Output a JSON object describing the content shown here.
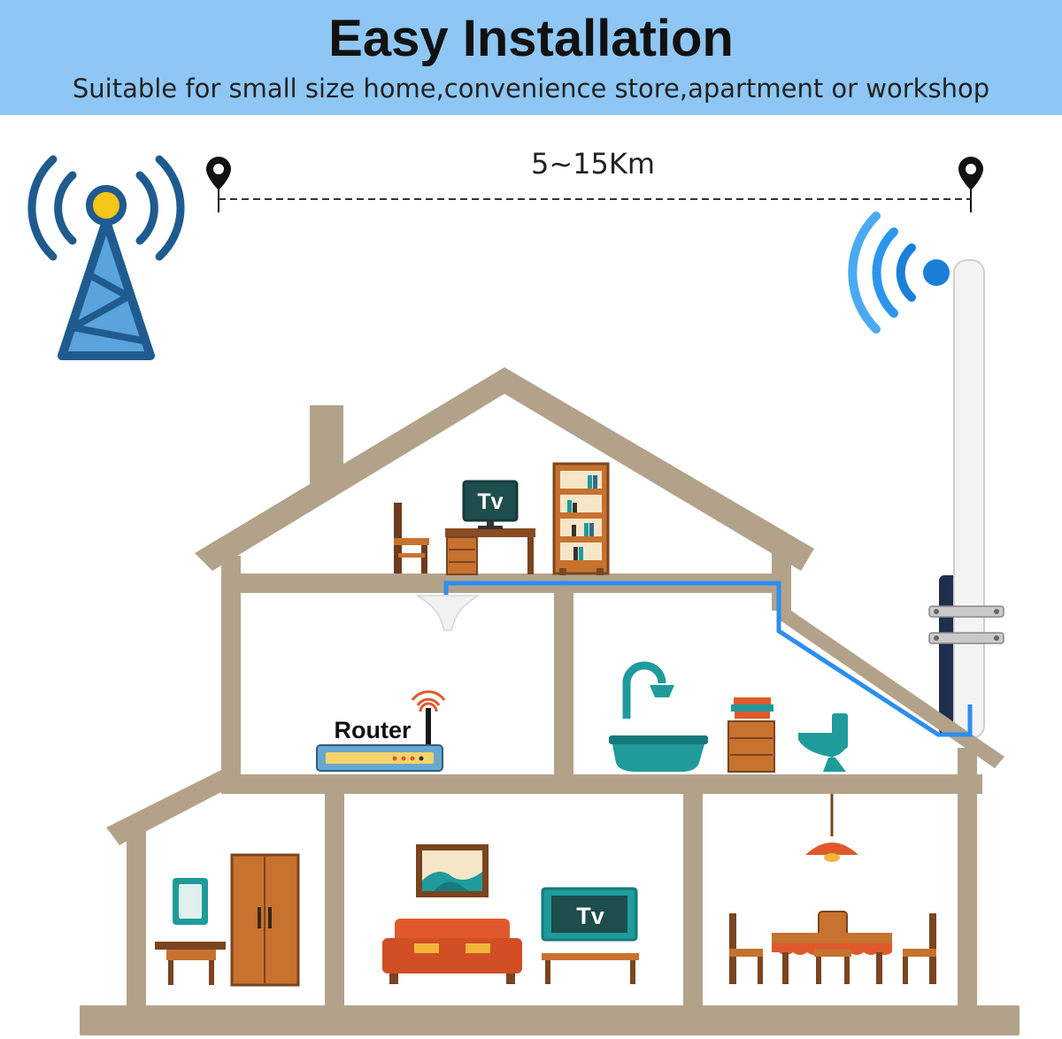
{
  "header": {
    "title": "Easy Installation",
    "subtitle": "Suitable for small size home,convenience store,apartment or workshop"
  },
  "diagram": {
    "distance_label": "5~15Km",
    "router_label": "Router",
    "tv_label_upper": "Tv",
    "tv_label_lower": "Tv",
    "colors": {
      "banner": "#8ec7f5",
      "house_wall": "#b3a28a",
      "cable": "#2b8ef0",
      "tower": "#1f5b8f",
      "tower_fill": "#5aa3dc",
      "tower_dot": "#f5c518",
      "accent_teal": "#1f9b9b",
      "accent_orange": "#e0592d"
    },
    "icons": [
      "cell-tower-icon",
      "location-pin-icon",
      "wifi-signal-icon",
      "outdoor-antenna-icon",
      "ceiling-antenna-icon",
      "router-icon"
    ]
  }
}
